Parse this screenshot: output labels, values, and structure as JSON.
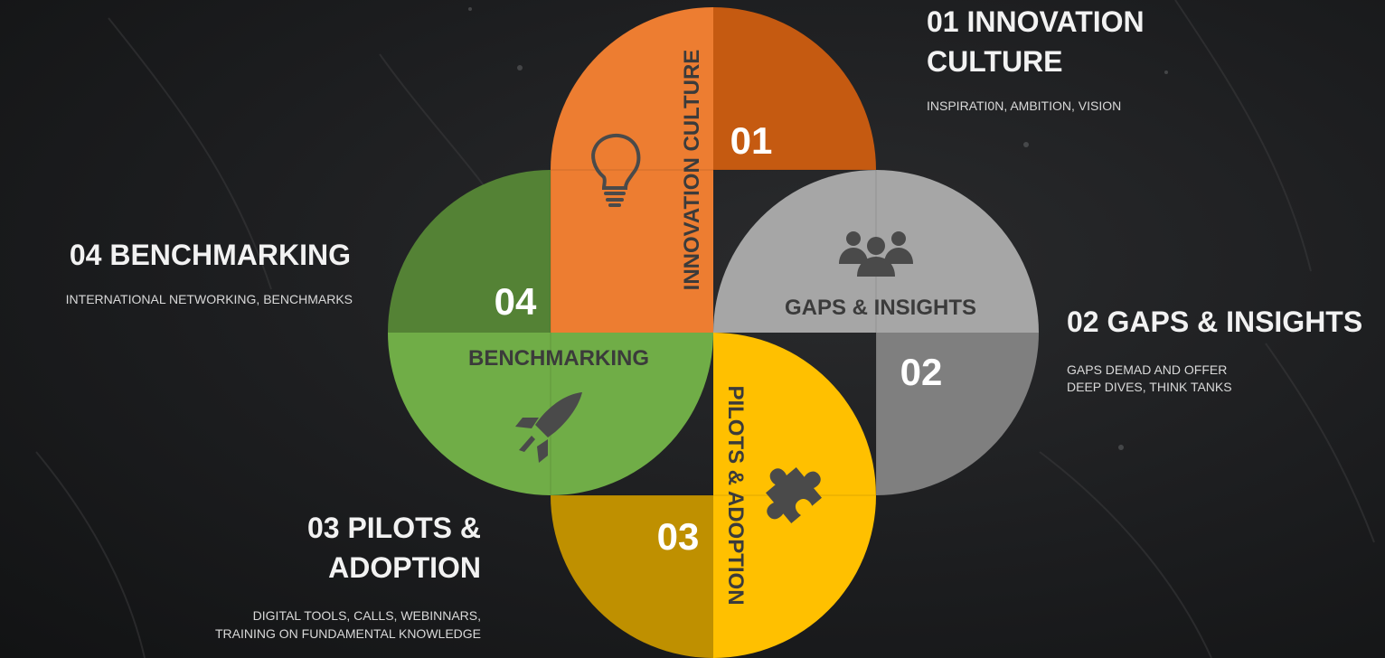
{
  "colors": {
    "innovation_light": "#ED7D31",
    "innovation_dark": "#C55A11",
    "gaps_light": "#A6A6A6",
    "gaps_dark": "#7F7F7F",
    "pilots_light": "#FFC000",
    "pilots_dark": "#BF9000",
    "bench_light": "#70AD47",
    "bench_dark": "#548235"
  },
  "sections": {
    "innovation": {
      "heading": "01 INNOVATION CULTURE",
      "heading_line1": "01 INNOVATION",
      "heading_line2": "CULTURE",
      "desc": "INSPIRATI0N, AMBITION, VISION",
      "number": "01",
      "label": "INNOVATION CULTURE",
      "icon": "lightbulb-icon"
    },
    "gaps": {
      "heading": "02 GAPS & INSIGHTS",
      "desc_line1": "GAPS DEMAD AND OFFER",
      "desc_line2": "DEEP DIVES, THINK TANKS",
      "number": "02",
      "label": "GAPS & INSIGHTS",
      "icon": "people-group-icon"
    },
    "pilots": {
      "heading_line1": "03 PILOTS &",
      "heading_line2": "ADOPTION",
      "desc_line1": "DIGITAL TOOLS, CALLS, WEBINNARS,",
      "desc_line2": "TRAINING ON FUNDAMENTAL KNOWLEDGE",
      "number": "03",
      "label": "PILOTS & ADOPTION",
      "icon": "puzzle-piece-icon"
    },
    "bench": {
      "heading": "04 BENCHMARKING",
      "desc": "INTERNATIONAL NETWORKING, BENCHMARKS",
      "number": "04",
      "label": "BENCHMARKING",
      "icon": "rocket-icon"
    }
  }
}
